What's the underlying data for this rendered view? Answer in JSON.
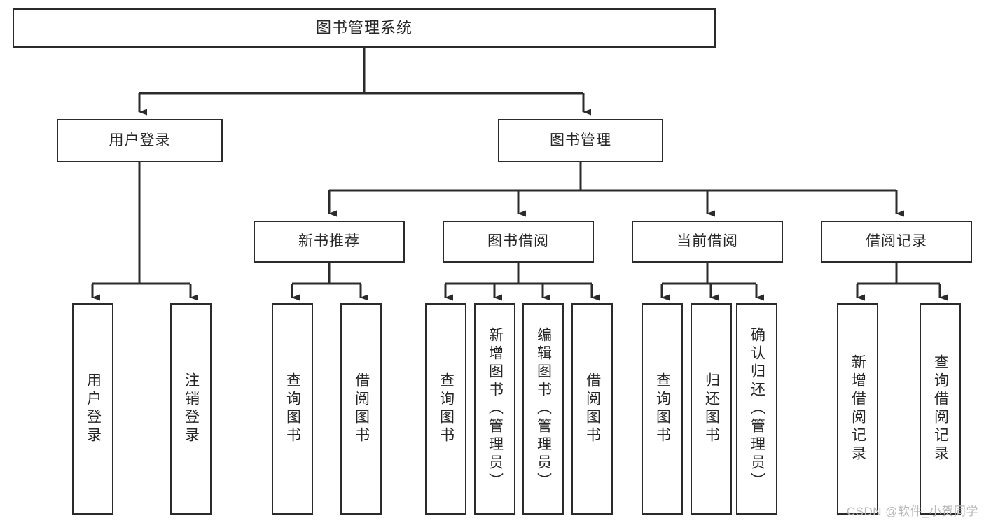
{
  "diagram": {
    "title": "图书管理系统",
    "type": "tree-hierarchy-chart",
    "watermark": "CSDN @软件_小贺同学",
    "colors": {
      "background": "#ffffff",
      "box_border": "#2b2b2b",
      "box_fill": "#ffffff",
      "text": "#262626",
      "connector": "#2b2b2b",
      "watermark": "#b9b9b9"
    },
    "levels": {
      "root": {
        "label": "图书管理系统"
      },
      "level2": [
        {
          "id": "user-login",
          "label": "用户登录"
        },
        {
          "id": "book-manage",
          "label": "图书管理"
        }
      ],
      "level3": [
        {
          "id": "new-book-recommend",
          "label": "新书推荐",
          "parent": "book-manage"
        },
        {
          "id": "book-borrow",
          "label": "图书借阅",
          "parent": "book-manage"
        },
        {
          "id": "current-borrow",
          "label": "当前借阅",
          "parent": "book-manage"
        },
        {
          "id": "borrow-record",
          "label": "借阅记录",
          "parent": "book-manage"
        }
      ],
      "level4": [
        {
          "id": "leaf-user-login",
          "label": "用户登录",
          "parent": "user-login"
        },
        {
          "id": "leaf-logout-login",
          "label": "注销登录",
          "parent": "user-login"
        },
        {
          "id": "leaf-query-book-1",
          "label": "查询图书",
          "parent": "new-book-recommend"
        },
        {
          "id": "leaf-borrow-book-1",
          "label": "借阅图书",
          "parent": "new-book-recommend"
        },
        {
          "id": "leaf-query-book-2",
          "label": "查询图书",
          "parent": "book-borrow"
        },
        {
          "id": "leaf-add-book",
          "label": "新增图书（管理员）",
          "parent": "book-borrow"
        },
        {
          "id": "leaf-edit-book",
          "label": "编辑图书（管理员）",
          "parent": "book-borrow"
        },
        {
          "id": "leaf-borrow-book-2",
          "label": "借阅图书",
          "parent": "book-borrow"
        },
        {
          "id": "leaf-query-book-3",
          "label": "查询图书",
          "parent": "current-borrow"
        },
        {
          "id": "leaf-return-book",
          "label": "归还图书",
          "parent": "current-borrow"
        },
        {
          "id": "leaf-confirm-return",
          "label": "确认归还（管理员）",
          "parent": "current-borrow"
        },
        {
          "id": "leaf-add-record",
          "label": "新增借阅记录",
          "parent": "borrow-record"
        },
        {
          "id": "leaf-query-record",
          "label": "查询借阅记录",
          "parent": "borrow-record"
        }
      ]
    }
  }
}
